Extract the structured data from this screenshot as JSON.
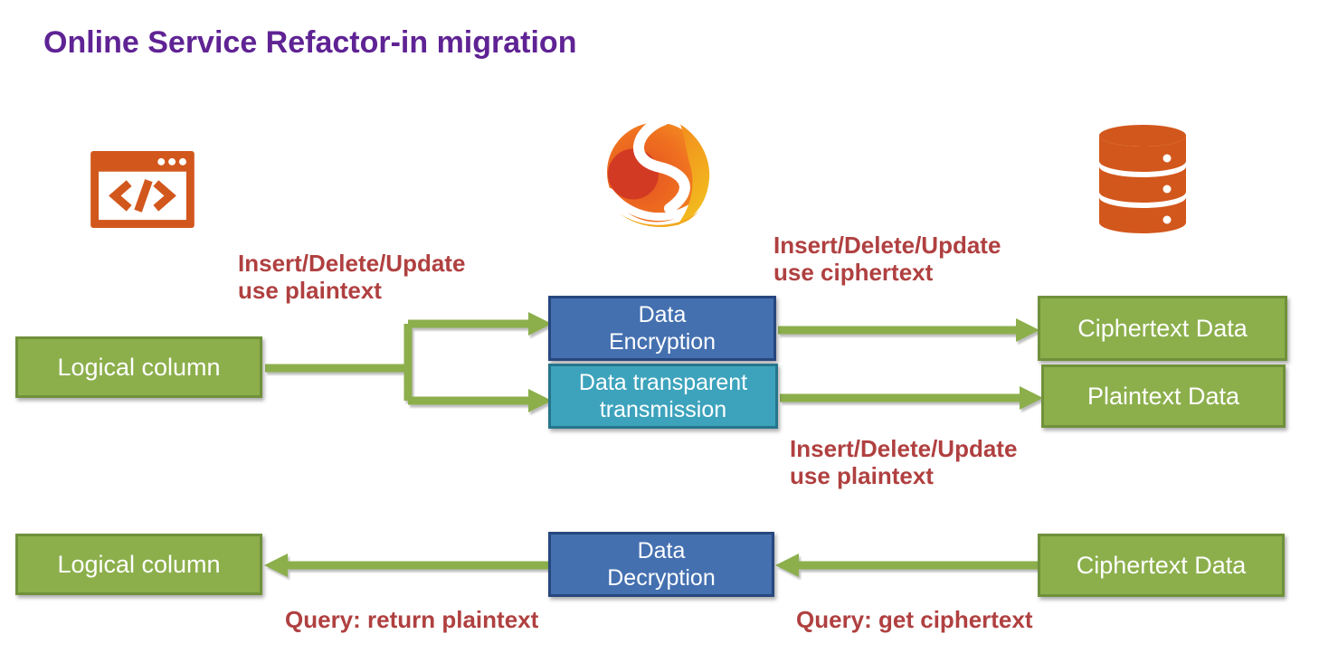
{
  "title": "Online Service Refactor-in migration",
  "boxes": {
    "logical_column_top": "Logical column",
    "data_encryption_1": "Data",
    "data_encryption_2": "Encryption",
    "data_transparent_1": "Data transparent",
    "data_transparent_2": "transmission",
    "ciphertext_top": "Ciphertext Data",
    "plaintext": "Plaintext Data",
    "logical_column_bottom": "Logical column",
    "data_decryption_1": "Data",
    "data_decryption_2": "Decryption",
    "ciphertext_bottom": "Ciphertext Data"
  },
  "labels": {
    "insert_top_1": "Insert/Delete/Update",
    "insert_top_2": "use plaintext",
    "insert_right_1": "Insert/Delete/Update",
    "insert_right_2": "use ciphertext",
    "insert_mid_1": "Insert/Delete/Update",
    "insert_mid_2": "use plaintext",
    "query_return": "Query: return plaintext",
    "query_get": "Query: get ciphertext"
  },
  "icons": {
    "code_window": "code-window-icon",
    "service_logo": "flame-swirl-logo-icon",
    "database": "database-cylinder-icon"
  },
  "colors": {
    "title_purple": "#5F2394",
    "green_fill": "#8CAF4C",
    "green_border": "#70913A",
    "blue_fill": "#4470B0",
    "blue_border": "#27477E",
    "teal_fill": "#3DA3BC",
    "teal_border": "#26758C",
    "arrow_green": "#8CAF4C",
    "annotation_red": "#B04040",
    "icon_orange": "#D2571C"
  }
}
